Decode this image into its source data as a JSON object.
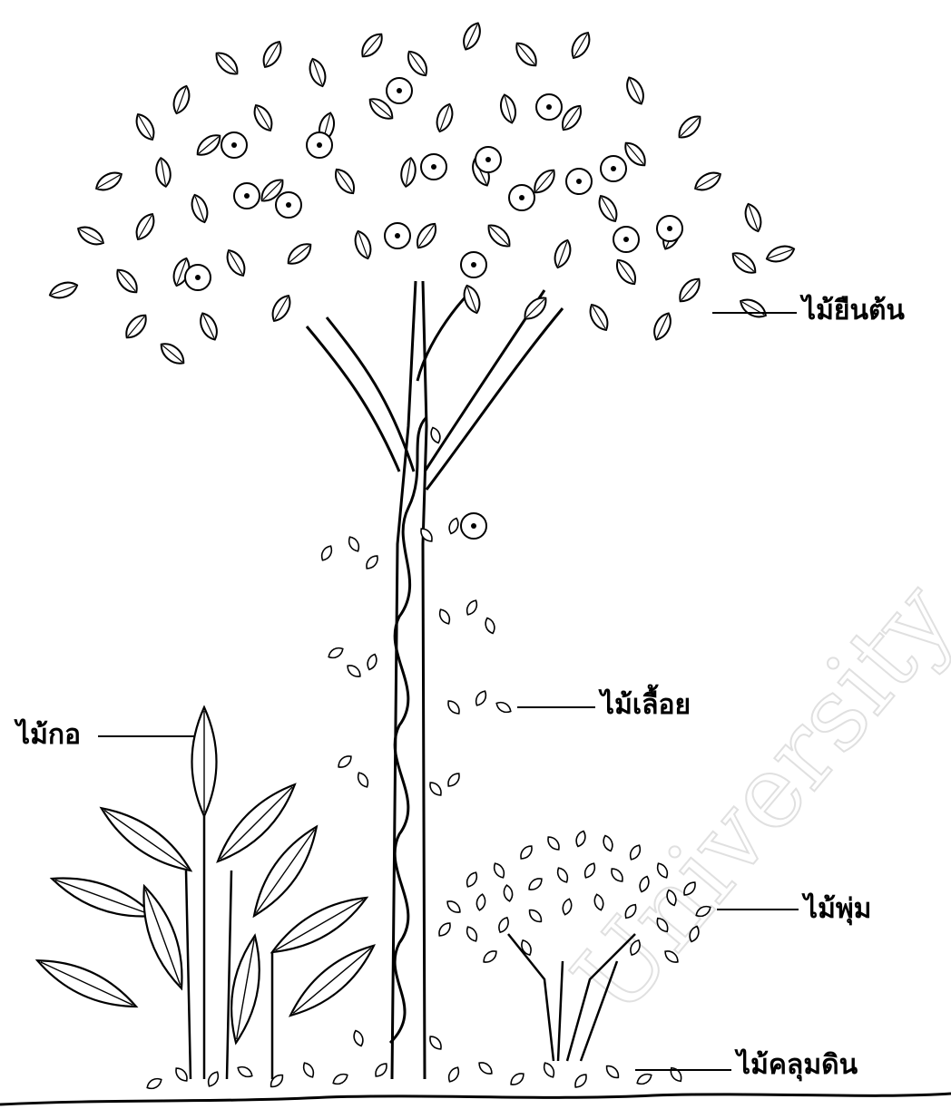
{
  "labels": {
    "tree": "ไม้ยืนต้น",
    "vine": "ไม้เลื้อย",
    "clump": "ไม้กอ",
    "shrub": "ไม้พุ่ม",
    "groundcover": "ไม้คลุมดิน"
  },
  "colors": {
    "ink": "#000000",
    "paper": "#ffffff",
    "watermark": "#d9d9d9"
  }
}
